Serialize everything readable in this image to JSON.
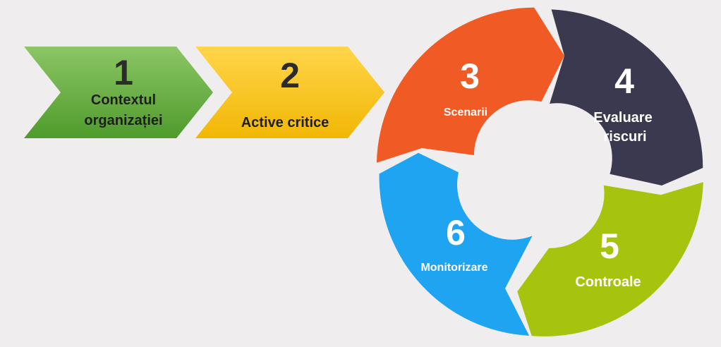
{
  "steps": [
    {
      "number": "1",
      "label_lines": [
        "Contextul",
        "organizației"
      ],
      "color": "#6aaf3e"
    },
    {
      "number": "2",
      "label_lines": [
        "Active critice"
      ],
      "color": "#f5c216"
    },
    {
      "number": "3",
      "label_lines": [
        "Scenarii"
      ],
      "color": "#f05a24"
    },
    {
      "number": "4",
      "label_lines": [
        "Evaluare",
        "riscuri"
      ],
      "color": "#3b3950"
    },
    {
      "number": "5",
      "label_lines": [
        "Controale"
      ],
      "color": "#a6c40d"
    },
    {
      "number": "6",
      "label_lines": [
        "Monitorizare"
      ],
      "color": "#1fa4f2"
    }
  ]
}
